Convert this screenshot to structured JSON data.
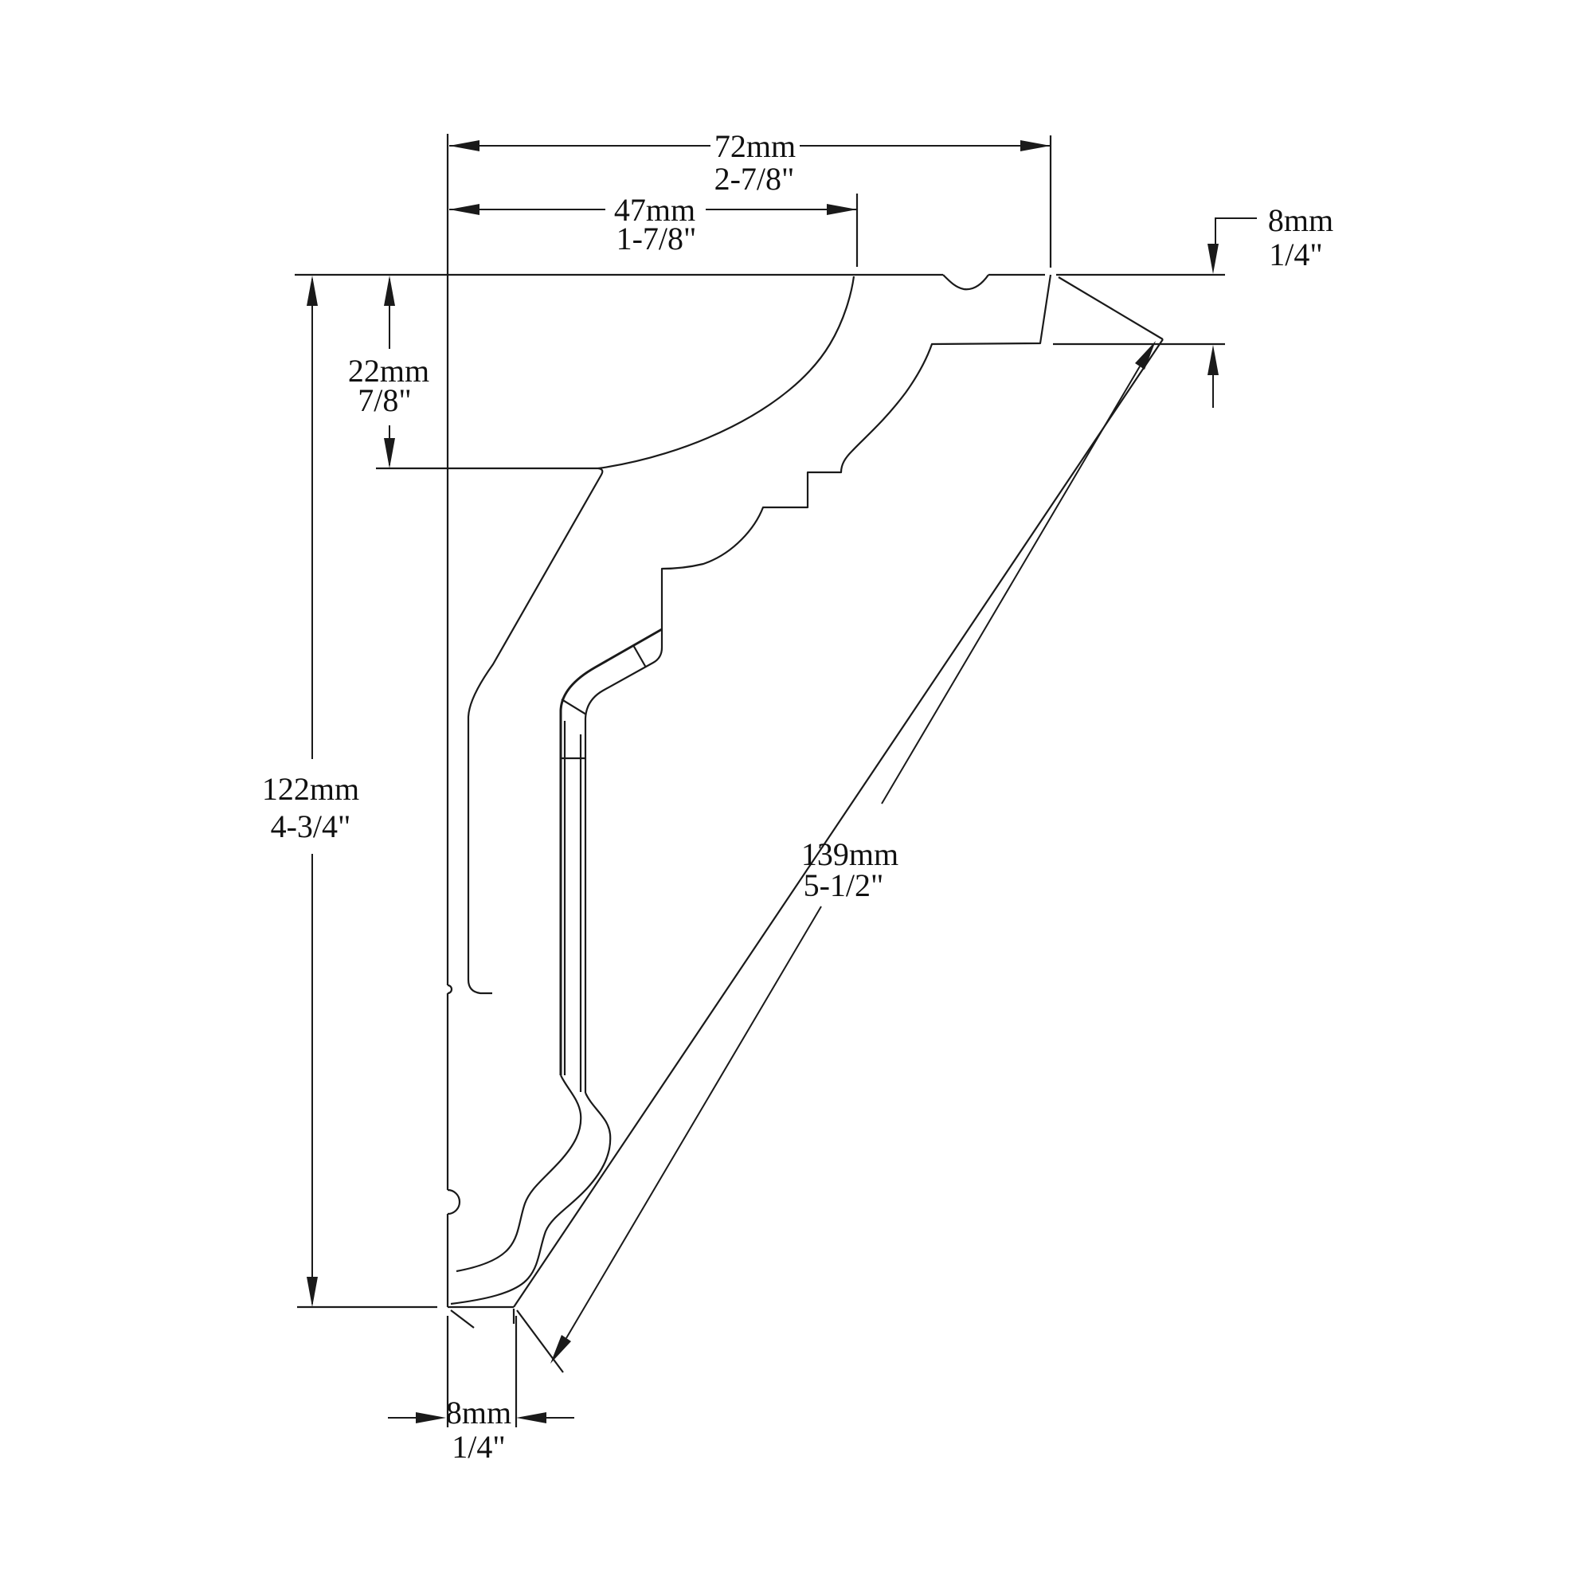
{
  "diagram": {
    "type": "technical-drawing",
    "subject": "crown-molding profile cross-section with dimensions",
    "background_color": "#ffffff",
    "line_color": "#1a1a1a",
    "dimensions": {
      "total_projection_width": {
        "mm": "72mm",
        "in": "2-7/8\""
      },
      "top_flat_width": {
        "mm": "47mm",
        "in": "1-7/8\""
      },
      "top_right_thickness": {
        "mm": "8mm",
        "in": "1/4\""
      },
      "top_fascia_height": {
        "mm": "22mm",
        "in": "7/8\""
      },
      "total_height": {
        "mm": "122mm",
        "in": "4-3/4\""
      },
      "diagonal_face_length": {
        "mm": "139mm",
        "in": "5-1/2\""
      },
      "bottom_thickness": {
        "mm": "8mm",
        "in": "1/4\""
      }
    }
  }
}
